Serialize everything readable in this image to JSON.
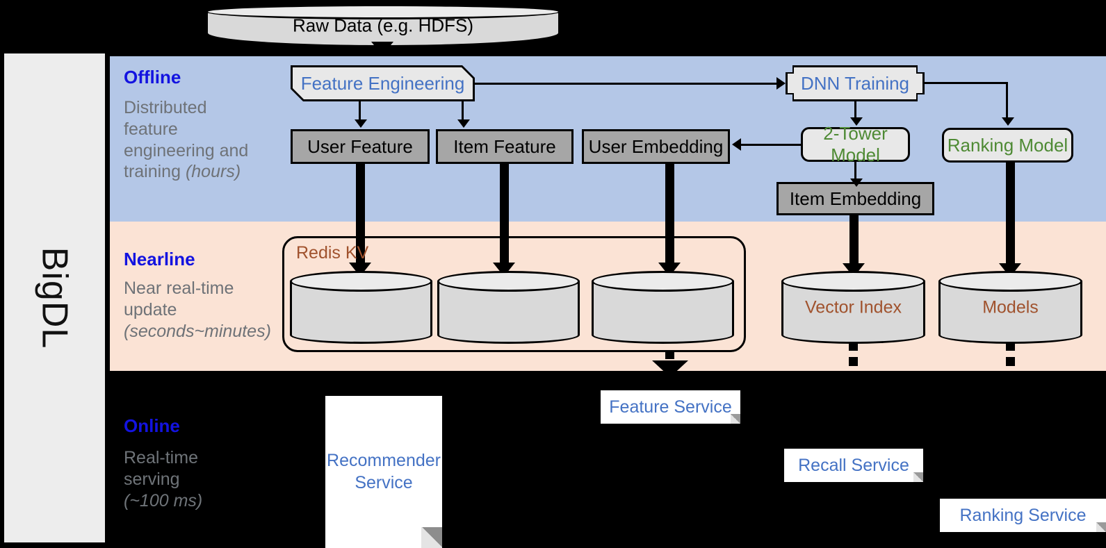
{
  "diagram": {
    "platform_label": "BigDL",
    "source": {
      "label": "Raw Data (e.g. HDFS)"
    },
    "bands": [
      {
        "id": "offline",
        "title": "Offline",
        "subtitle_line1": "Distributed",
        "subtitle_line2": "feature",
        "subtitle_line3": "engineering and",
        "subtitle_line4": "training ",
        "subtitle_italic": "(hours)",
        "bg_color": "#b4c7e7",
        "title_color": "#1313e0"
      },
      {
        "id": "nearline",
        "title": "Nearline",
        "subtitle_line1": "Near real-time",
        "subtitle_line2": "update",
        "subtitle_italic": "(seconds~minutes)",
        "bg_color": "#fbe3d5",
        "title_color": "#1313e0"
      },
      {
        "id": "online",
        "title": "Online",
        "subtitle_line1": "Real-time",
        "subtitle_line2": "serving",
        "subtitle_italic": "(~100 ms)",
        "bg_color": "#000000",
        "title_color": "#1313e0"
      }
    ],
    "offline_nodes": {
      "feature_engineering": "Feature Engineering",
      "dnn_training": "DNN Training",
      "user_feature": "User Feature",
      "item_feature": "Item Feature",
      "user_embedding": "User Embedding",
      "two_tower_model": "2-Tower Model",
      "ranking_model": "Ranking Model",
      "item_embedding": "Item Embedding"
    },
    "nearline_nodes": {
      "redis_group": "Redis KV",
      "store_user_feature": "",
      "store_item_feature": "",
      "store_user_embedding": "",
      "vector_index": "Vector Index",
      "models": "Models"
    },
    "online_nodes": {
      "recommender_service": "Recommender Service",
      "feature_service": "Feature Service",
      "recall_service": "Recall Service",
      "ranking_service": "Ranking Service"
    },
    "colors": {
      "offline_bg": "#b4c7e7",
      "nearline_bg": "#fbe3d5",
      "online_bg": "#000000",
      "band_title": "#1313e0",
      "band_subtitle": "#6e7277",
      "blue_text": "#4472c4",
      "green_text": "#4e8a34",
      "brown_text": "#a0522d",
      "gray_node": "#a6a6a6",
      "light_node": "#e8e8e8",
      "cylinder": "#d9d9d9",
      "rail_bg": "#ededed"
    }
  }
}
